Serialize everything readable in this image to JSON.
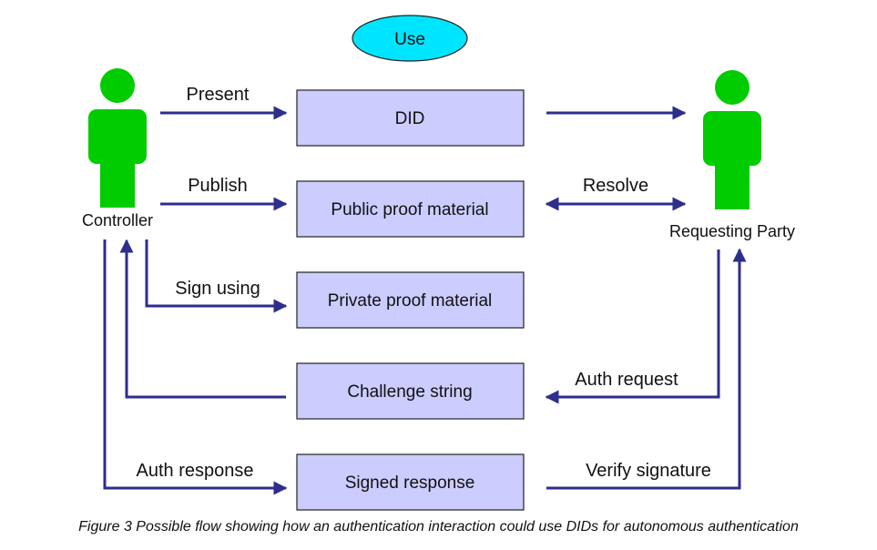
{
  "colors": {
    "arrow": "#2e2e8c",
    "box_fill": "#ccccff",
    "box_stroke": "#222222",
    "ellipse_fill": "#00e5ff",
    "person": "#00cc00"
  },
  "use_label": "Use",
  "actors": {
    "controller": "Controller",
    "requesting_party": "Requesting Party"
  },
  "boxes": {
    "did": "DID",
    "public": "Public proof material",
    "private": "Private proof material",
    "challenge": "Challenge string",
    "signed": "Signed response"
  },
  "edges": {
    "present": "Present",
    "publish": "Publish",
    "sign_using": "Sign using",
    "auth_response": "Auth response",
    "resolve": "Resolve",
    "auth_request": "Auth request",
    "verify_signature": "Verify signature"
  },
  "caption": "Figure 3 Possible flow showing how an authentication interaction could use DIDs for autonomous authentication"
}
